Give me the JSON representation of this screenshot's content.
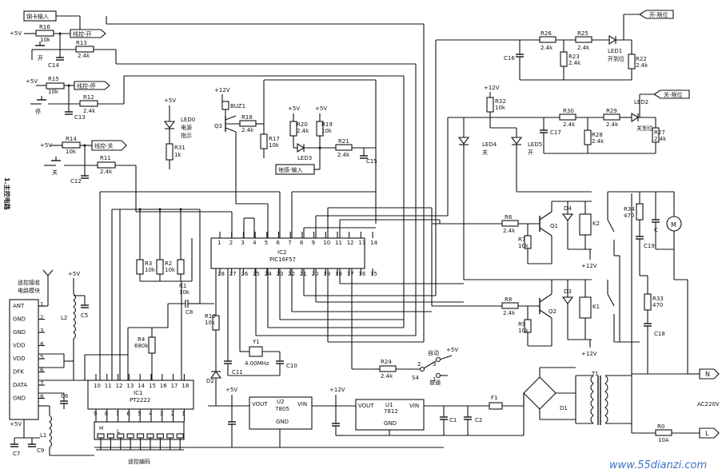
{
  "section_title": "1.主控电路",
  "watermark": "www.55dianzi.com",
  "ic": {
    "ic1": {
      "ref": "IC1",
      "part": "PT2222",
      "top_pins": [
        "10",
        "11",
        "12",
        "13",
        "14",
        "15",
        "16",
        "17",
        "18"
      ],
      "bottom_pins": [
        "9",
        "8",
        "7",
        "6",
        "5",
        "4",
        "3",
        "2",
        "1"
      ]
    },
    "ic2": {
      "ref": "IC2",
      "part": "PIC16F57",
      "top_pins": [
        "1",
        "2",
        "3",
        "4",
        "5",
        "6",
        "7",
        "8",
        "9",
        "10",
        "11",
        "12",
        "13",
        "14"
      ],
      "bottom_pins": [
        "28",
        "27",
        "26",
        "25",
        "24",
        "23",
        "22",
        "21",
        "20",
        "19",
        "18",
        "17",
        "16",
        "15"
      ]
    },
    "u1": {
      "ref": "U1",
      "part": "7812",
      "vout": "VOUT",
      "vin": "VIN",
      "gnd": "GND"
    },
    "u2": {
      "ref": "U2",
      "part": "7805",
      "vout": "VOUT",
      "vin": "VIN",
      "gnd": "GND"
    }
  },
  "module": {
    "title_line1": "遥控接收",
    "title_line2": "电路模块",
    "pins": [
      "ANT",
      "GND",
      "GND",
      "VDD",
      "VDD",
      "DFK",
      "DATA",
      "GND"
    ],
    "pin_numbers": [
      "1",
      "2",
      "3",
      "4",
      "5",
      "6",
      "7",
      "8"
    ]
  },
  "labels": {
    "wire_in": "钢卡输入",
    "line_open": "线控-开",
    "line_stop": "线控-停",
    "line_close": "线控-关",
    "ground_in": "地感-输入",
    "open_limit": "开-限位",
    "close_limit": "关-限位",
    "sw_open": "开",
    "sw_stop": "停",
    "sw_close": "关",
    "led0_name": "LED0",
    "led0_desc1": "电源",
    "led0_desc2": "指示",
    "led1_name": "LED1",
    "led1_desc": "开到位",
    "led2_name": "LED2",
    "led2_desc": "关到位",
    "led3_name": "LED3",
    "led4_name": "LED4",
    "led4_desc": "关",
    "led5_name": "LED5",
    "led5_desc": "开",
    "buz": "BUZ1",
    "s4": "S4",
    "s4_auto": "自动",
    "s4_normal": "普通",
    "encode": "遥控编码",
    "mains": "AC220V",
    "n": "N",
    "l": "L",
    "t1": "T1",
    "d1": "D1",
    "f1": "F1",
    "m": "M",
    "y1": "Y1",
    "y1_freq": "4.00MHz",
    "k1": "K1",
    "k2": "K2",
    "q1": "Q1",
    "q2": "Q2",
    "q3": "Q3",
    "d2": "D2",
    "d3": "D3",
    "d4": "D4",
    "l1": "L1",
    "l2": "L2",
    "h": "H",
    "lsel": "L",
    "v5": "+5V",
    "v12": "+12V",
    "v12n": "+12V",
    "pins_encode": [
      "9",
      "8",
      "7",
      "6",
      "5",
      "4",
      "3",
      "2",
      "1"
    ]
  },
  "resistors": [
    {
      "ref": "R16",
      "val": "10k"
    },
    {
      "ref": "R13",
      "val": "2.4k"
    },
    {
      "ref": "R15",
      "val": "10k"
    },
    {
      "ref": "R12",
      "val": "2.4k"
    },
    {
      "ref": "R14",
      "val": "10k"
    },
    {
      "ref": "R11",
      "val": "2.4k"
    },
    {
      "ref": "R31",
      "val": "1k"
    },
    {
      "ref": "R18",
      "val": "2.4k"
    },
    {
      "ref": "R17",
      "val": "10k"
    },
    {
      "ref": "R20",
      "val": "2.4k"
    },
    {
      "ref": "R19",
      "val": "10k"
    },
    {
      "ref": "R21",
      "val": "2.4k"
    },
    {
      "ref": "R26",
      "val": "2.4k"
    },
    {
      "ref": "R25",
      "val": "2.4k"
    },
    {
      "ref": "R23",
      "val": "2.4k"
    },
    {
      "ref": "R22",
      "val": "2.4k"
    },
    {
      "ref": "R32",
      "val": "10k"
    },
    {
      "ref": "R30",
      "val": "2.4k"
    },
    {
      "ref": "R29",
      "val": "2.4k"
    },
    {
      "ref": "R28",
      "val": "2.4k"
    },
    {
      "ref": "R27",
      "val": "2.4k"
    },
    {
      "ref": "R3",
      "val": "10k"
    },
    {
      "ref": "R2",
      "val": "10k"
    },
    {
      "ref": "R1",
      "val": "10k"
    },
    {
      "ref": "R4",
      "val": "680k"
    },
    {
      "ref": "R10",
      "val": "10k"
    },
    {
      "ref": "R6",
      "val": "2.4k"
    },
    {
      "ref": "R7",
      "val": "10k"
    },
    {
      "ref": "R8",
      "val": "2.4k"
    },
    {
      "ref": "R9",
      "val": "10k"
    },
    {
      "ref": "R34",
      "val": "470"
    },
    {
      "ref": "R33",
      "val": "470"
    },
    {
      "ref": "R24",
      "val": "2.4k"
    },
    {
      "ref": "R0",
      "val": "10A"
    }
  ],
  "capacitors": [
    "C14",
    "C13",
    "C12",
    "C15",
    "C16",
    "C17",
    "C19",
    "C18",
    "C",
    "C11",
    "C10",
    "C8",
    "C5",
    "C6",
    "C7",
    "C9",
    "C1",
    "C2"
  ]
}
